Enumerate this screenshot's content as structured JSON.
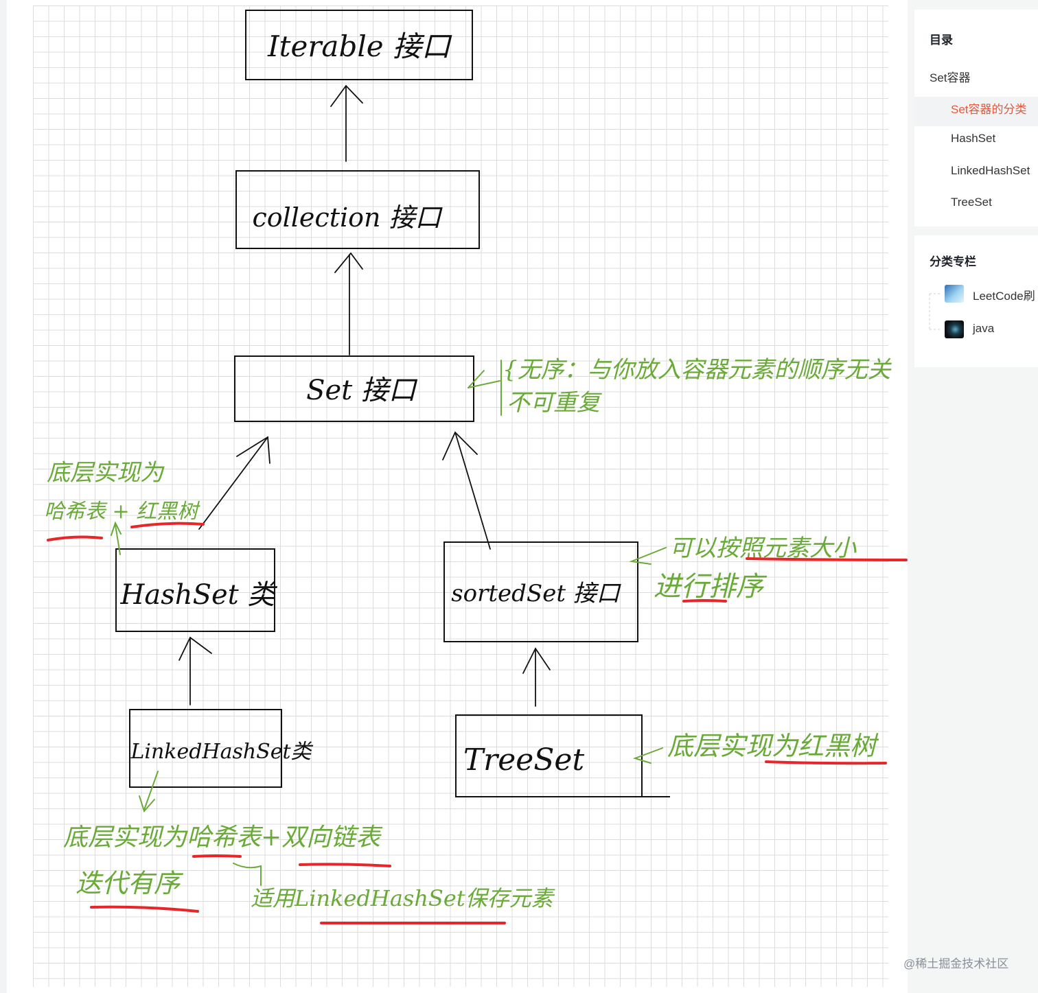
{
  "diagram": {
    "nodes": {
      "iterable": "Iterable 接口",
      "collection": "collection 接口",
      "set": "Set 接口",
      "hashset": "HashSet 类",
      "sortedset": "sortedSet 接口",
      "linkedhashset": "LinkedHashSet类",
      "treeset": "TreeSet"
    },
    "notes": {
      "set_line1": "{无序：与你放入容器元素的顺序无关",
      "set_line2": "不可重复",
      "hashset_line1": "底层实现为",
      "hashset_line2": "哈希表 + 红黑树",
      "sortedset_line1": "可以按照元素大小",
      "sortedset_line2": "进行排序",
      "treeset": "底层实现为红黑树",
      "linked_line1": "底层实现为哈希表+双向链表",
      "linked_line2": "迭代有序",
      "linked_line3": "适用LinkedHashSet保存元素"
    },
    "colors": {
      "ink": "#111111",
      "note": "#6aaa38",
      "underline": "#e8262a"
    }
  },
  "sidebar": {
    "toc": {
      "title": "目录",
      "items": [
        "Set容器",
        "Set容器的分类",
        "HashSet",
        "LinkedHashSet",
        "TreeSet"
      ],
      "active_color": "#e8583a"
    },
    "columns": {
      "title": "分类专栏",
      "items": [
        "LeetCode刷",
        "java"
      ]
    }
  },
  "watermark": "@稀土掘金技术社区"
}
